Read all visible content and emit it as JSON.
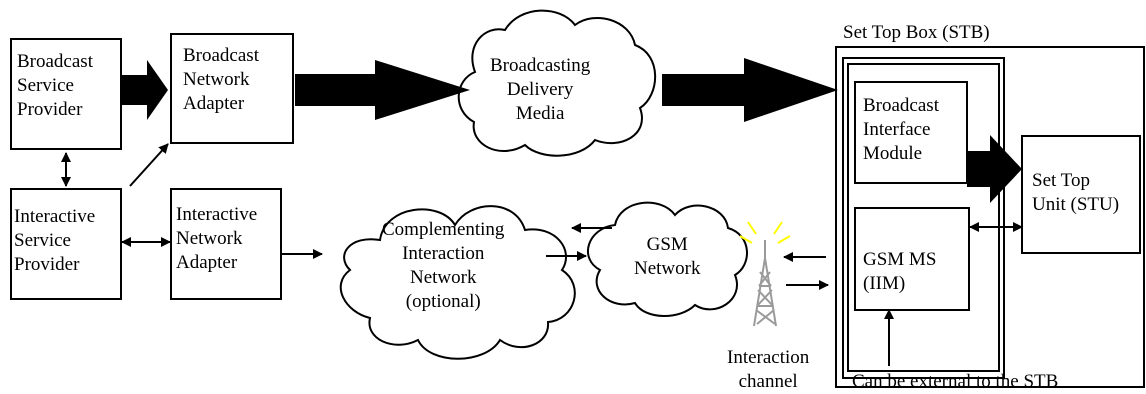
{
  "nodes": {
    "broadcast_service_provider": "Broadcast\nService\nProvider",
    "broadcast_network_adapter": "Broadcast\nNetwork\nAdapter",
    "interactive_service_provider": "Interactive\nService\nProvider",
    "interactive_network_adapter": "Interactive\nNetwork\nAdapter",
    "broadcasting_delivery_media": "Broadcasting\nDelivery\nMedia",
    "complementing_interaction_network": "Complementing\nInteraction\nNetwork\n(optional)",
    "gsm_network": "GSM\nNetwork",
    "stb_title": "Set Top Box (STB)",
    "broadcast_interface_module": "Broadcast\nInterface\nModule",
    "gsm_ms": "GSM MS\n(IIM)",
    "set_top_unit": "Set Top\nUnit (STU)",
    "interaction_channel": "Interaction\nchannel",
    "external_note": "Can be external to the STB"
  },
  "colors": {
    "stroke": "#000000",
    "antenna": "#9a9a9a",
    "signal": "#ffff00"
  },
  "icons": {
    "antenna": "radio-tower-icon"
  }
}
